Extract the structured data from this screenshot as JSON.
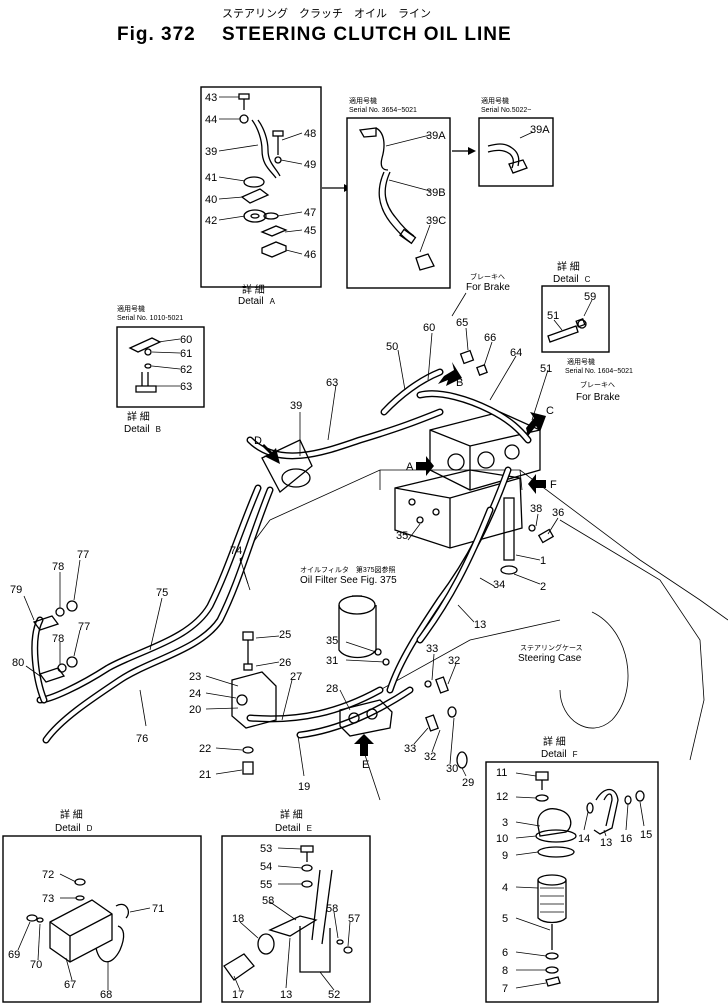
{
  "header": {
    "fig": "Fig. 372",
    "title_jp": "ステアリング　クラッチ　オイル　ライン",
    "title_en": "STEERING CLUTCH   OIL   LINE"
  },
  "details": {
    "A": {
      "jp": "詳 細",
      "en": "Detail",
      "letter": "A"
    },
    "B": {
      "jp": "詳 細",
      "en": "Detail",
      "letter": "B"
    },
    "C": {
      "jp": "詳 細",
      "en": "Detail",
      "letter": "C"
    },
    "D": {
      "jp": "詳 細",
      "en": "Detail",
      "letter": "D"
    },
    "E": {
      "jp": "詳 細",
      "en": "Detail",
      "letter": "E"
    },
    "F": {
      "jp": "詳 細",
      "en": "Detail",
      "letter": "F"
    }
  },
  "notes": {
    "serial_3654_jp": "適用号機",
    "serial_3654": "Serial No. 3654~5021",
    "serial_5022_jp": "適用号機",
    "serial_5022": "Serial No.5022~",
    "serial_1010_jp": "適用号機",
    "serial_1010": "Serial No. 1010-5021",
    "serial_1604_jp": "適用号機",
    "serial_1604": "Serial No. 1604~5021",
    "brake1_jp": "ブレーキへ",
    "brake1": "For Brake",
    "brake2_jp": "ブレーキへ",
    "brake2": "For Brake",
    "oil_filter_jp": "オイルフィルタ　第375図参照",
    "oil_filter": "Oil Filter See Fig. 375",
    "steering_case_jp": "ステアリングケース",
    "steering_case": "Steering Case"
  },
  "arrows": {
    "A": "A",
    "B": "B",
    "C": "C",
    "D": "D",
    "E": "E",
    "F": "F"
  },
  "parts": {
    "detailA": [
      "43",
      "44",
      "39",
      "41",
      "40",
      "42",
      "48",
      "49",
      "47",
      "45",
      "46"
    ],
    "detailA_mid": [
      "39A",
      "39B",
      "39C"
    ],
    "detailA_right": [
      "39A"
    ],
    "detailB": [
      "60",
      "61",
      "62",
      "63"
    ],
    "detailC": [
      "51",
      "59"
    ],
    "main": [
      "60",
      "65",
      "66",
      "64",
      "50",
      "51",
      "63",
      "39",
      "74",
      "79",
      "78",
      "77",
      "75",
      "80",
      "78",
      "77",
      "76",
      "35",
      "38",
      "36",
      "1",
      "2",
      "34",
      "13",
      "35",
      "31",
      "33",
      "32",
      "25",
      "26",
      "23",
      "24",
      "20",
      "27",
      "28",
      "22",
      "21",
      "19",
      "33",
      "32",
      "30",
      "29"
    ],
    "detailD": [
      "72",
      "73",
      "71",
      "69",
      "70",
      "67",
      "68"
    ],
    "detailE": [
      "53",
      "54",
      "55",
      "58",
      "58",
      "57",
      "18",
      "17",
      "13",
      "52"
    ],
    "detailF": [
      "11",
      "12",
      "3",
      "10",
      "9",
      "4",
      "5",
      "6",
      "8",
      "7",
      "14",
      "13",
      "16",
      "15"
    ]
  }
}
